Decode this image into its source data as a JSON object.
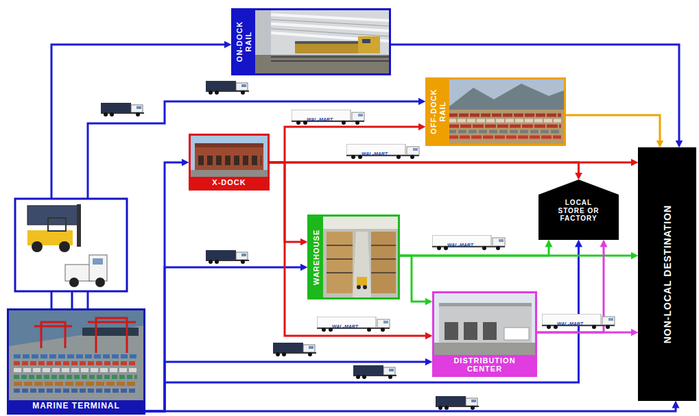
{
  "diagram": {
    "nodes": [
      {
        "text": [
          "ON-DOCK RAIL"
        ]
      },
      {
        "text": [
          "OFF-DOCK RAIL"
        ]
      },
      {
        "text": [
          "X-DOCK"
        ]
      },
      {
        "text": [
          "NON-LOCAL DESTINATION"
        ]
      },
      {
        "text": [
          "LOCAL STORE OR FACTORY"
        ]
      },
      {
        "text": [
          "WAREHOUSE"
        ]
      },
      {
        "text": [
          "DISTRIBUTION CENTER"
        ]
      },
      {
        "text": [
          "MARINE TERMINAL"
        ]
      }
    ],
    "edges": [
      {
        "from": 7,
        "to": 0,
        "arrow": "to"
      },
      {
        "from": 7,
        "to": 1,
        "arrow": "to"
      },
      {
        "from": 7,
        "to": 2,
        "arrow": "to"
      },
      {
        "from": 7,
        "to": 5,
        "arrow": "to"
      },
      {
        "from": 7,
        "to": 6,
        "arrow": "to"
      },
      {
        "from": 7,
        "to": 4,
        "arrow": "to"
      },
      {
        "from": 7,
        "to": 3,
        "arrow": "to"
      },
      {
        "from": 0,
        "to": 3,
        "arrow": "to"
      },
      {
        "from": 1,
        "to": 3,
        "arrow": "to"
      },
      {
        "from": 2,
        "to": 1,
        "arrow": "to"
      },
      {
        "from": 2,
        "to": 3,
        "arrow": "to"
      },
      {
        "from": 2,
        "to": 4,
        "arrow": "to"
      },
      {
        "from": 2,
        "to": 5,
        "arrow": "to"
      },
      {
        "from": 2,
        "to": 6,
        "arrow": "to"
      },
      {
        "from": 5,
        "to": 4,
        "arrow": "to"
      },
      {
        "from": 5,
        "to": 3,
        "arrow": "to"
      },
      {
        "from": 5,
        "to": 6,
        "arrow": "to"
      },
      {
        "from": 6,
        "to": 4,
        "arrow": "to"
      },
      {
        "from": 6,
        "to": 3,
        "arrow": "to"
      }
    ],
    "labels": [
      "WAL-MART",
      "WAL-MART",
      "WAL-MART",
      "WAL-MART",
      "WAL-MART"
    ]
  }
}
